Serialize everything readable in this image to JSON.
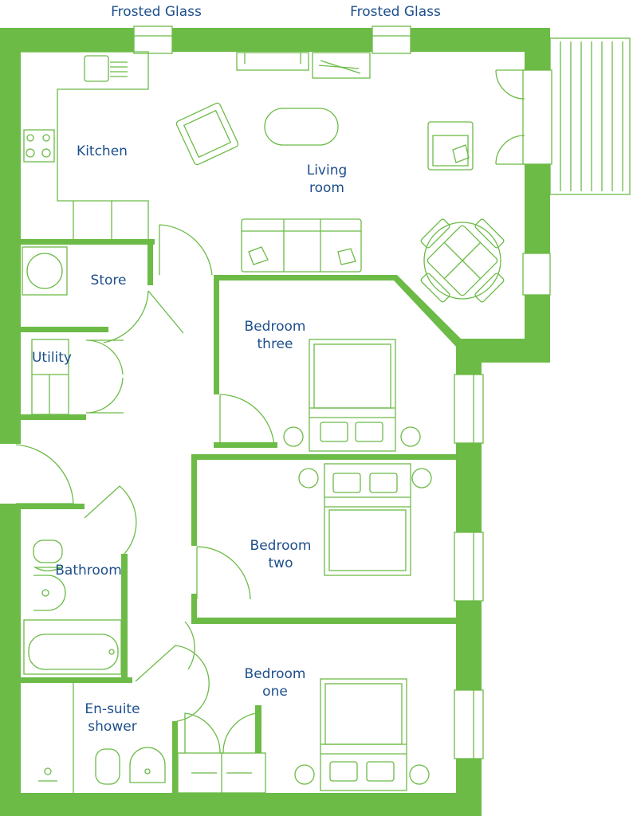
{
  "colors": {
    "wall": "#6cbb47",
    "label": "#1d4f8c",
    "background": "#ffffff"
  },
  "labels": {
    "frosted_glass_left": "Frosted Glass",
    "frosted_glass_right": "Frosted Glass",
    "kitchen": "Kitchen",
    "living_line1": "Living",
    "living_line2": "room",
    "store": "Store",
    "utility": "Utility",
    "bedroom3_line1": "Bedroom",
    "bedroom3_line2": "three",
    "bedroom2_line1": "Bedroom",
    "bedroom2_line2": "two",
    "bathroom": "Bathroom",
    "bedroom1_line1": "Bedroom",
    "bedroom1_line2": "one",
    "ensuite_line1": "En-suite",
    "ensuite_line2": "shower"
  }
}
